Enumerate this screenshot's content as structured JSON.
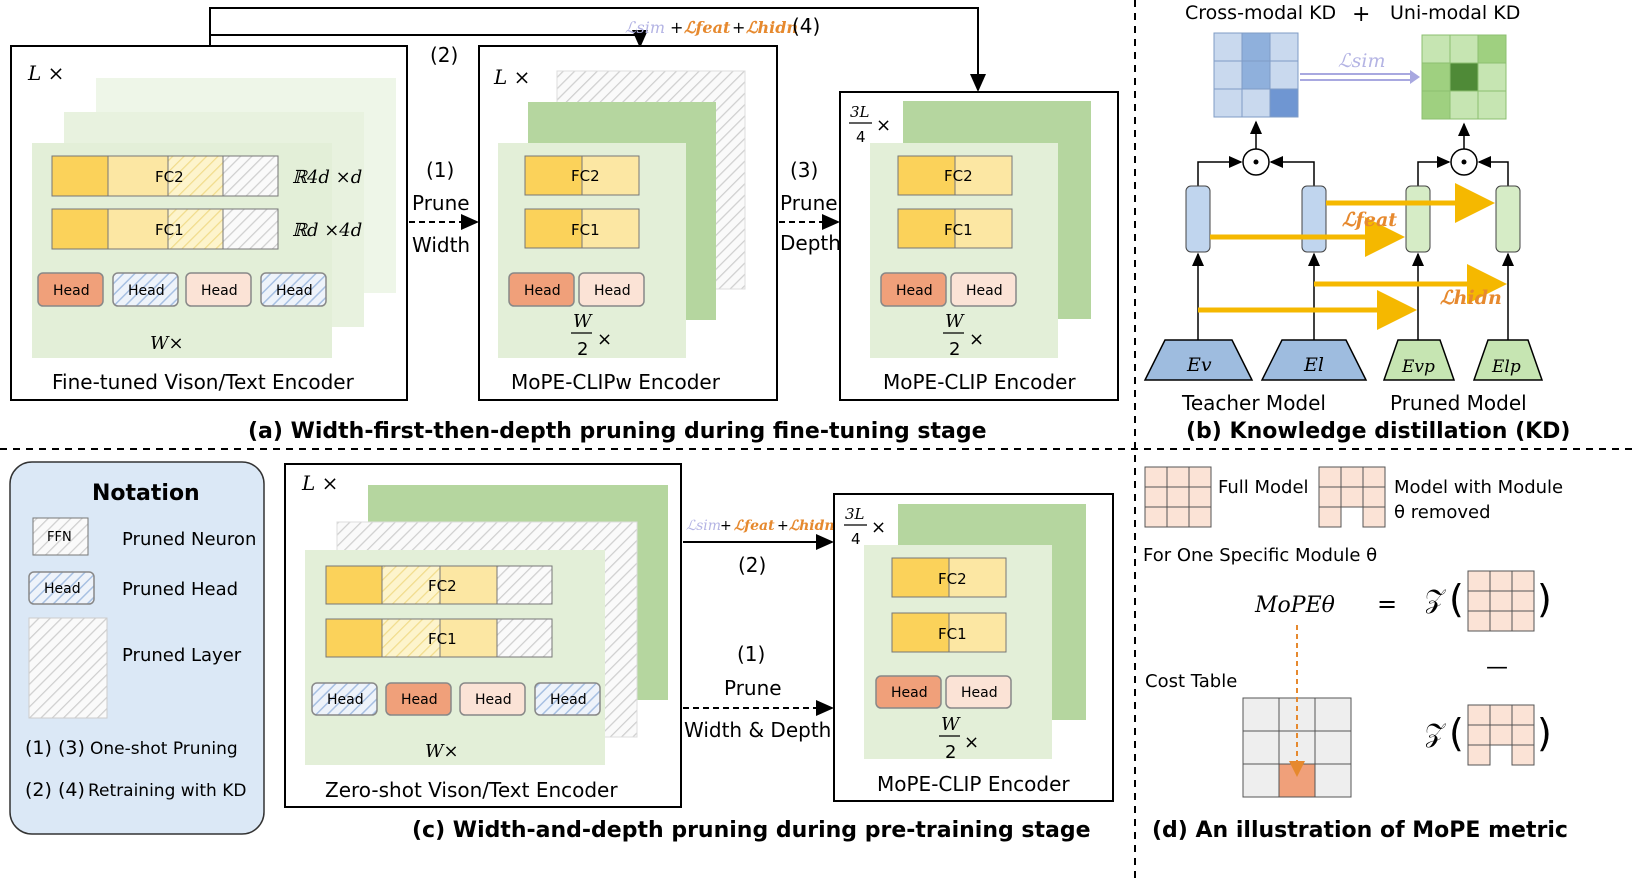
{
  "panels": {
    "a": {
      "caption": "(a) Width-first-then-depth pruning during fine-tuning stage",
      "encoder1": "Fine-tuned Vison/Text Encoder",
      "encoder2": "MoPE-CLIPw Encoder",
      "encoder3": "MoPE-CLIP Encoder",
      "step1": "(1)",
      "step1_line1": "Prune",
      "step1_line2": "Width",
      "step2": "(2)",
      "step3": "(3)",
      "step3_line1": "Prune",
      "step3_line2": "Depth",
      "step4": "(4)",
      "loss_sim": "ℒsim",
      "loss_feat": "ℒfeat",
      "loss_hidn": "ℒhidn",
      "plus": "+",
      "layer_mult_L": "L ×",
      "layer_mult_3L_num": "3L",
      "layer_mult_3L_den": "4",
      "width_mult_W": "W×",
      "width_mult_half_num": "W",
      "width_mult_half_den": "2",
      "times": "×",
      "fc2": "FC2",
      "fc1": "FC1",
      "dim_fc2": "ℝ4d ×d",
      "dim_fc1": "ℝd ×4d",
      "head": "Head"
    },
    "b": {
      "caption": "(b) Knowledge distillation (KD)",
      "cross_modal": "Cross-modal KD",
      "plus": "+",
      "uni_modal": "Uni-modal KD",
      "loss_sim": "ℒsim",
      "loss_feat": "ℒfeat",
      "loss_hidn": "ℒhidn",
      "teacher": "Teacher Model",
      "pruned": "Pruned Model",
      "ev": "Ev",
      "el": "El",
      "evp": "Evp",
      "elp": "Elp",
      "dot": "⊙"
    },
    "c": {
      "caption": "(c) Width-and-depth pruning during pre-training stage",
      "encoder1": "Zero-shot Vison/Text Encoder",
      "encoder2": "MoPE-CLIP Encoder",
      "step1": "(1)",
      "step1_line1": "Prune",
      "step1_line2": "Width & Depth",
      "step2": "(2)"
    },
    "d": {
      "caption": "(d) An illustration of MoPE metric",
      "full_model": "Full Model",
      "removed_line1": "Model with Module",
      "removed_line2": "θ removed",
      "specific": "For One Specific Module θ",
      "mope": "MoPEθ",
      "equals": "=",
      "minus": "—",
      "z": "𝒵",
      "cost_table": "Cost Table"
    },
    "notation": {
      "title": "Notation",
      "ffn": "FFN",
      "pruned_neuron": "Pruned Neuron",
      "head": "Head",
      "pruned_head": "Pruned Head",
      "pruned_layer": "Pruned Layer",
      "oneshot_nums": "(1) (3)",
      "oneshot": "One-shot Pruning",
      "retrain_nums": "(2) (4)",
      "retrain": "Retraining with KD"
    }
  },
  "colors": {
    "layer_green": "#e6f1dd",
    "layer_green_dark": "#b5d69f",
    "fc_yellow": "#fbd25a",
    "fc_yellow_light": "#fce7a3",
    "head_orange": "#f0a07a",
    "head_peach": "#fbe3d6",
    "head_blue_stripe": "#9bb8dd",
    "teacher_blue": "#9ebcdf",
    "pruned_green": "#c6e5b2",
    "arrow_gold": "#f5b800",
    "loss_sim_color": "#b4b4e4",
    "loss_feat_color": "#e6892e",
    "notation_bg": "#dbe8f6"
  }
}
